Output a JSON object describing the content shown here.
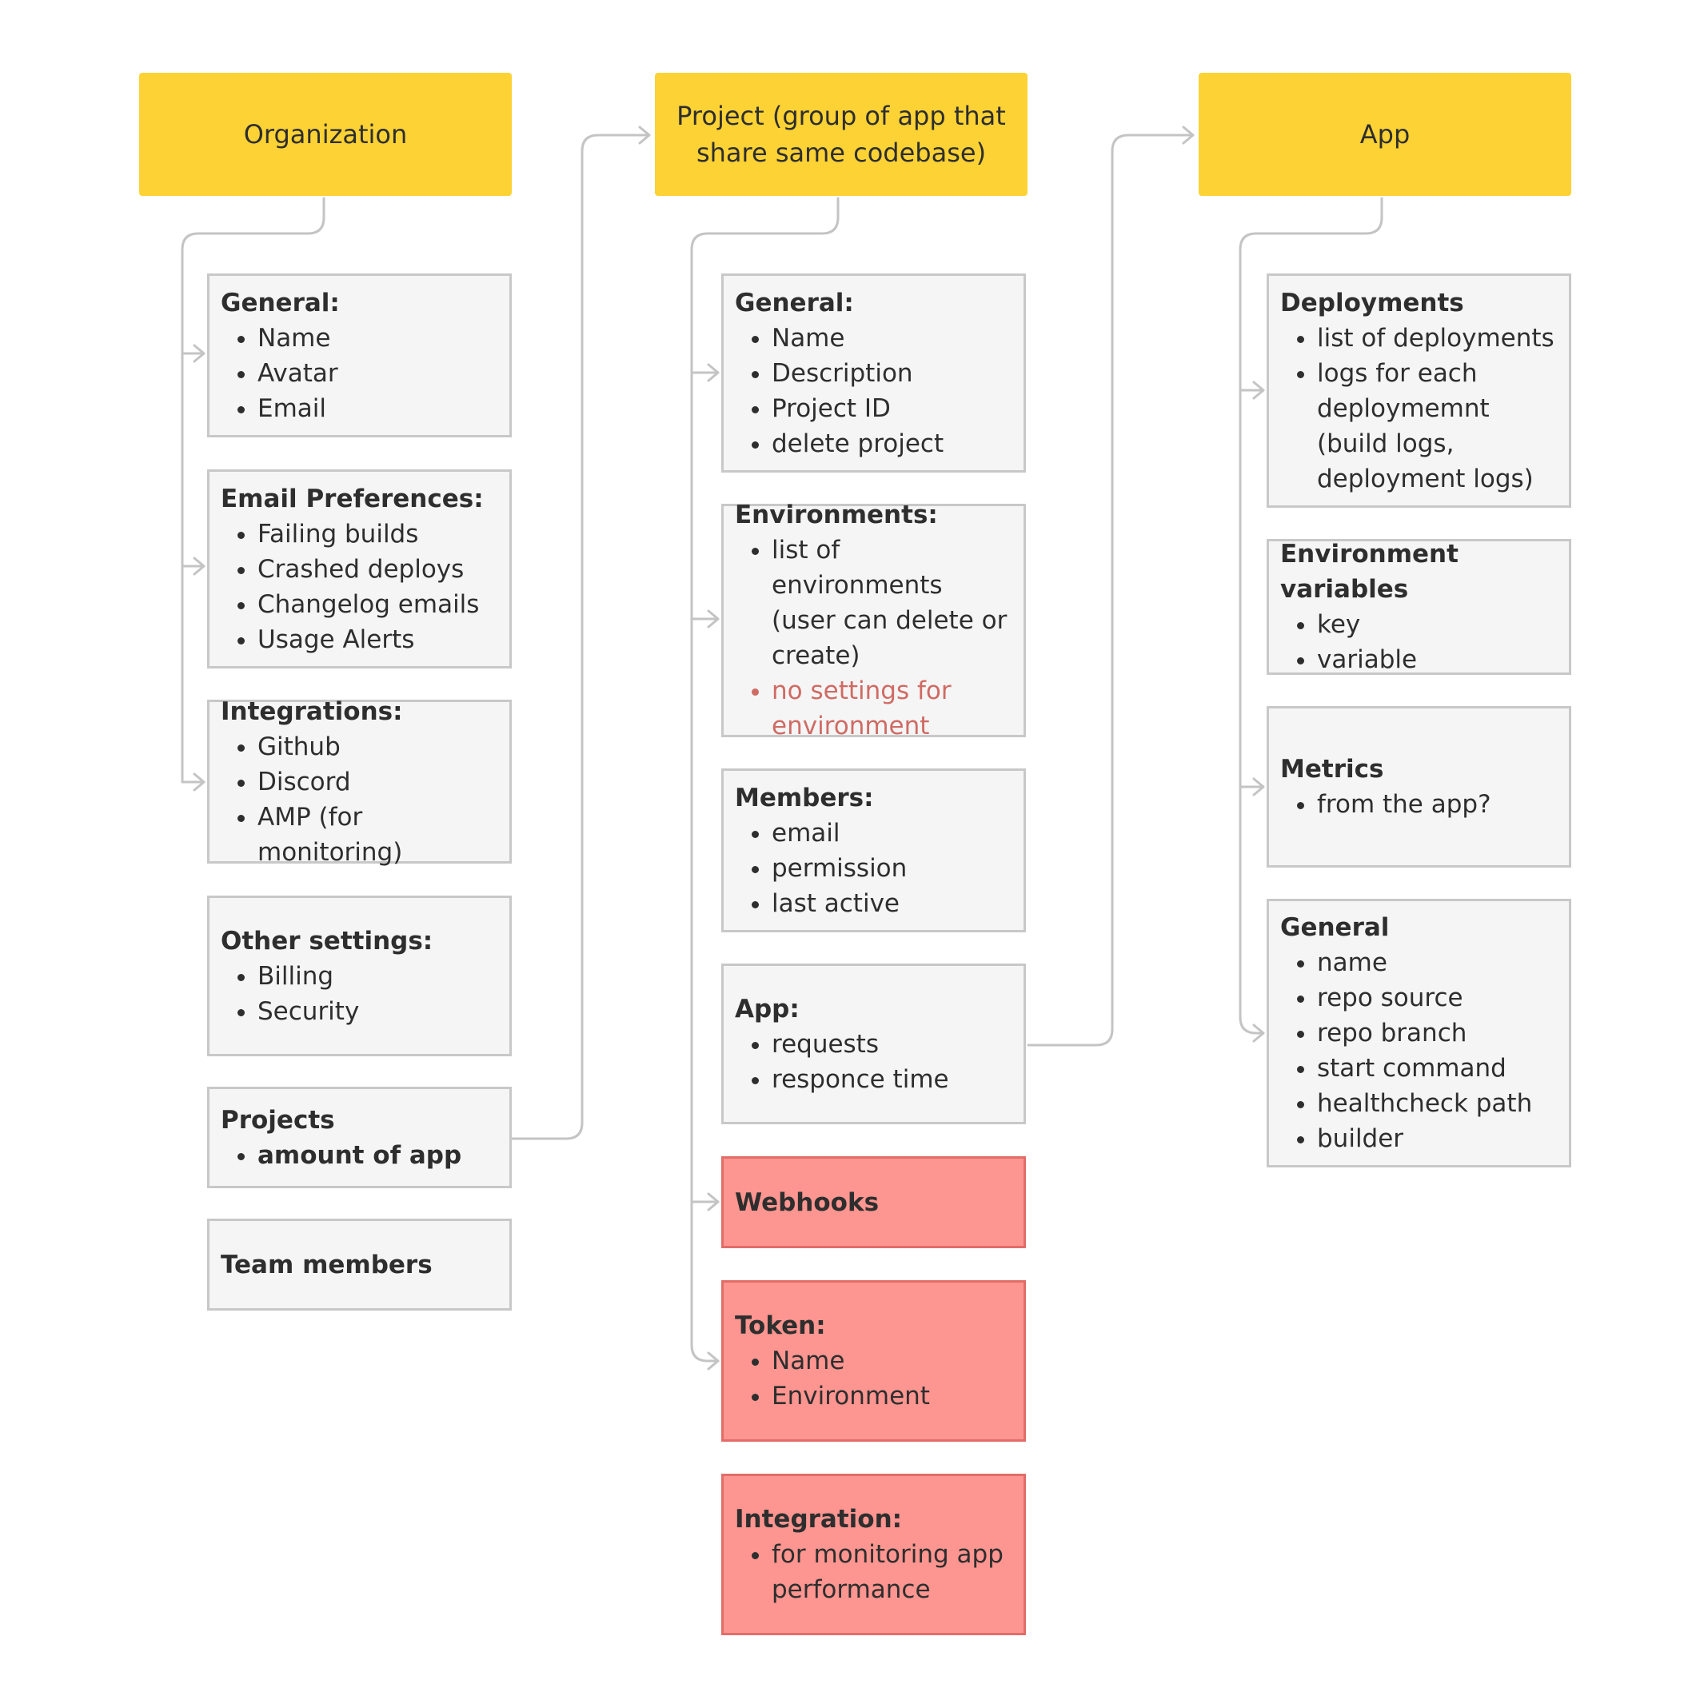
{
  "columns": [
    {
      "header": "Organization",
      "cards": [
        {
          "title": "General:",
          "items": [
            "Name",
            "Avatar",
            "Email"
          ]
        },
        {
          "title": "Email Preferences:",
          "items": [
            "Failing builds",
            "Crashed deploys",
            "Changelog emails",
            "Usage Alerts"
          ]
        },
        {
          "title": "Integrations:",
          "items": [
            "Github",
            "Discord",
            "AMP (for monitoring)"
          ]
        },
        {
          "title": "Other settings:",
          "items": [
            "Billing",
            "Security"
          ]
        },
        {
          "title": "Projects",
          "items": [
            "amount of app"
          ]
        },
        {
          "title": "Team members",
          "items": []
        }
      ]
    },
    {
      "header": "Project (group of app that share same codebase)",
      "cards": [
        {
          "title": "General:",
          "items": [
            "Name",
            "Description",
            "Project ID",
            "delete project"
          ]
        },
        {
          "title": "Environments:",
          "items": [
            "list of environments (user can delete or create)",
            "no settings for environment"
          ]
        },
        {
          "title": "Members:",
          "items": [
            "email",
            "permission",
            "last active"
          ]
        },
        {
          "title": "App:",
          "items": [
            "requests",
            "responce time"
          ]
        },
        {
          "title": "Webhooks",
          "items": []
        },
        {
          "title": "Token:",
          "items": [
            "Name",
            "Environment"
          ]
        },
        {
          "title": "Integration:",
          "items": [
            "for monitoring app performance"
          ]
        }
      ]
    },
    {
      "header": "App",
      "cards": [
        {
          "title": "Deployments",
          "items": [
            "list of deployments",
            "logs for each deploymemnt (build logs, deployment logs)"
          ]
        },
        {
          "title": "Environment variables",
          "items": [
            "key",
            "variable"
          ]
        },
        {
          "title": "Metrics",
          "items": [
            "from the app?"
          ]
        },
        {
          "title": "General",
          "items": [
            "name",
            "repo source",
            "repo branch",
            "start command",
            "healthcheck path",
            "builder"
          ]
        }
      ]
    }
  ]
}
